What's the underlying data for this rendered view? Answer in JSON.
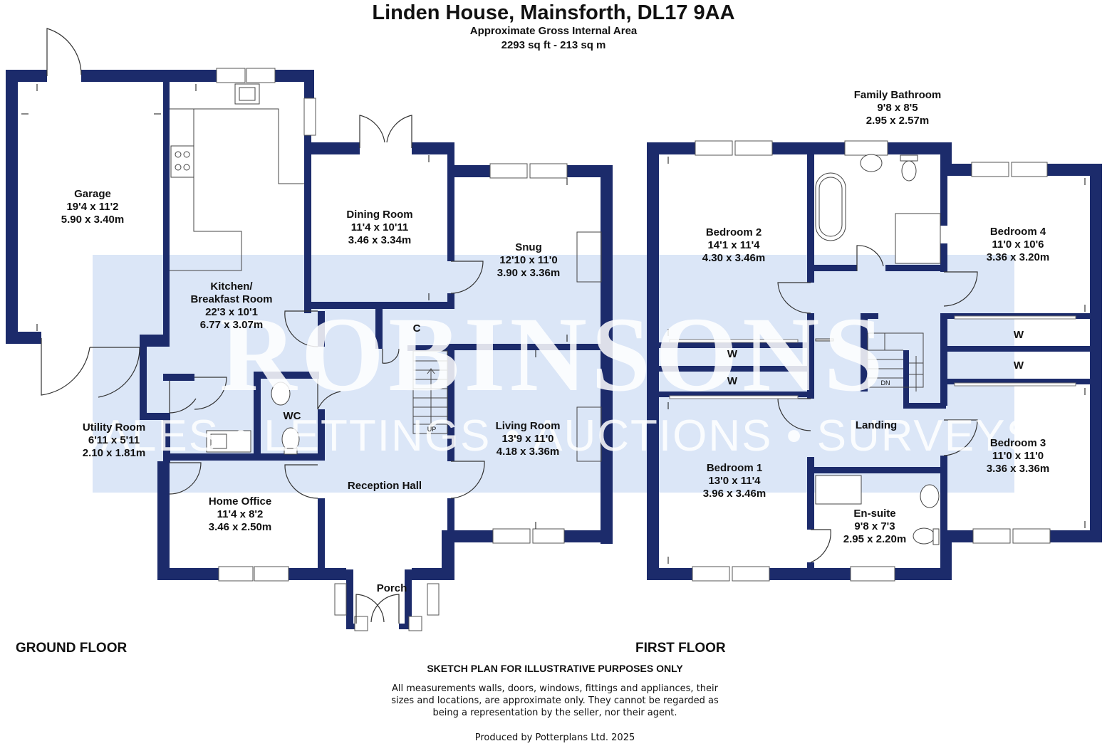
{
  "header": {
    "title": "Linden House, Mainsforth, DL17 9AA",
    "area_label": "Approximate Gross Internal Area",
    "area_value": "2293 sq ft - 213 sq m"
  },
  "watermark": {
    "brand": "ROBINSONS",
    "services": "SALES • LETTINGS • AUCTIONS • SURVEYS"
  },
  "floors": {
    "ground": "GROUND FLOOR",
    "first": "FIRST FLOOR"
  },
  "ground_rooms": {
    "garage": {
      "name": "Garage",
      "imperial": "19'4 x 11'2",
      "metric": "5.90 x 3.40m"
    },
    "kitchen": {
      "name1": "Kitchen/",
      "name2": "Breakfast Room",
      "imperial": "22'3 x 10'1",
      "metric": "6.77 x 3.07m"
    },
    "dining": {
      "name": "Dining Room",
      "imperial": "11'4 x 10'11",
      "metric": "3.46 x 3.34m"
    },
    "snug": {
      "name": "Snug",
      "imperial": "12'10 x 11'0",
      "metric": "3.90 x 3.36m"
    },
    "cupboard": {
      "name": "C"
    },
    "wc": {
      "name": "WC"
    },
    "utility": {
      "name": "Utility Room",
      "imperial": "6'11 x 5'11",
      "metric": "2.10 x 1.81m"
    },
    "living": {
      "name": "Living Room",
      "imperial": "13'9 x 11'0",
      "metric": "4.18 x 3.36m"
    },
    "hall": {
      "name": "Reception Hall"
    },
    "office": {
      "name": "Home Office",
      "imperial": "11'4 x 8'2",
      "metric": "3.46 x 2.50m"
    },
    "porch": {
      "name": "Porch"
    },
    "stairs_up": "UP"
  },
  "first_rooms": {
    "bathroom": {
      "name": "Family Bathroom",
      "imperial": "9'8 x 8'5",
      "metric": "2.95 x 2.57m"
    },
    "bed2": {
      "name": "Bedroom 2",
      "imperial": "14'1 x 11'4",
      "metric": "4.30 x 3.46m"
    },
    "bed4": {
      "name": "Bedroom 4",
      "imperial": "11'0 x 10'6",
      "metric": "3.36 x 3.20m"
    },
    "bed1": {
      "name": "Bedroom 1",
      "imperial": "13'0 x 11'4",
      "metric": "3.96 x 3.46m"
    },
    "bed3": {
      "name": "Bedroom 3",
      "imperial": "11'0 x 11'0",
      "metric": "3.36 x 3.36m"
    },
    "landing": {
      "name": "Landing"
    },
    "ensuite": {
      "name": "En-suite",
      "imperial": "9'8 x 7'3",
      "metric": "2.95 x 2.20m"
    },
    "wardrobe": "W",
    "stairs_down": "DN"
  },
  "footer": {
    "heading": "SKETCH PLAN FOR ILLUSTRATIVE PURPOSES ONLY",
    "line1": "All measurements walls, doors, windows, fittings and appliances, their",
    "line2": "sizes and locations, are approximate only. They cannot be regarded as",
    "line3": "being a representation by the seller, nor their agent.",
    "credit": "Produced by Potterplans Ltd. 2025"
  },
  "colors": {
    "wall": "#1c2b6b",
    "watermark_band": "#dbe6f7",
    "text": "#111111"
  }
}
